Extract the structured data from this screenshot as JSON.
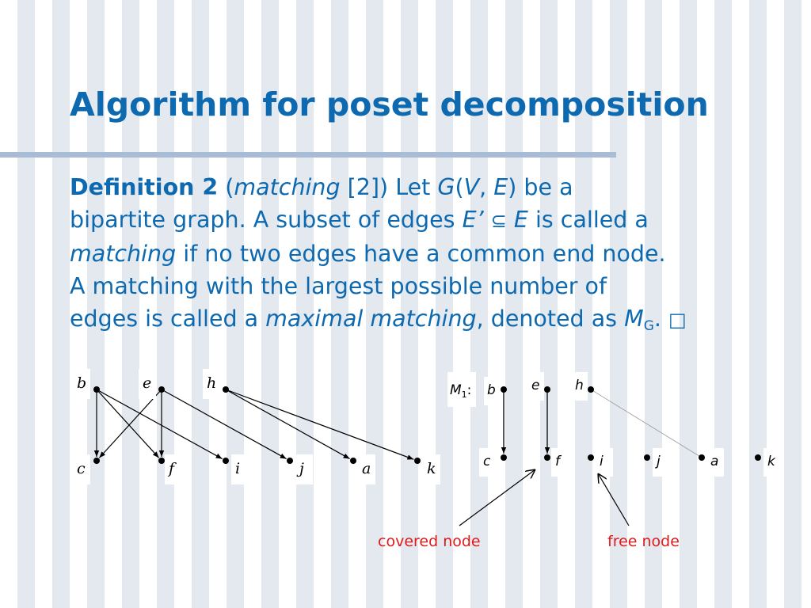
{
  "slide": {
    "title": "Algorithm for poset decomposition",
    "definition": {
      "lines": [
        [
          {
            "t": "Definition 2",
            "s": "b"
          },
          {
            "t": " ("
          },
          {
            "t": "matching",
            "s": "i"
          },
          {
            "t": " [2]) Let "
          },
          {
            "t": "G",
            "s": "i"
          },
          {
            "t": "("
          },
          {
            "t": "V",
            "s": "i"
          },
          {
            "t": ", "
          },
          {
            "t": "E",
            "s": "i"
          },
          {
            "t": ") be a"
          }
        ],
        [
          {
            "t": "bipartite graph. A subset of edges "
          },
          {
            "t": "E’",
            "s": "i"
          },
          {
            "t": " "
          },
          {
            "t": "⊆",
            "s": "sym"
          },
          {
            "t": " "
          },
          {
            "t": "E",
            "s": "i"
          },
          {
            "t": " is called a"
          }
        ],
        [
          {
            "t": "matching",
            "s": "i"
          },
          {
            "t": " if no two edges have a common end node."
          }
        ],
        [
          {
            "t": "A matching with the largest possible number of"
          }
        ],
        [
          {
            "t": "edges is called a "
          },
          {
            "t": "maximal matching",
            "s": "i"
          },
          {
            "t": ", denoted as "
          },
          {
            "t": "M",
            "s": "i"
          },
          {
            "t": "G",
            "s": "sub"
          },
          {
            "t": ". "
          },
          {
            "t": "□",
            "s": "sym"
          }
        ]
      ]
    }
  },
  "graph1": {
    "top_nodes": [
      "b",
      "e",
      "h"
    ],
    "bottom_nodes": [
      "c",
      "f",
      "i",
      "j",
      "a",
      "k"
    ],
    "edges": [
      [
        "b",
        "c"
      ],
      [
        "b",
        "f"
      ],
      [
        "b",
        "i"
      ],
      [
        "e",
        "c"
      ],
      [
        "e",
        "f"
      ],
      [
        "e",
        "j"
      ],
      [
        "h",
        "a"
      ],
      [
        "h",
        "k"
      ]
    ]
  },
  "graph2": {
    "label_M": "M",
    "label_sub": "1",
    "label_colon": ":",
    "top_nodes": [
      "b",
      "e",
      "h"
    ],
    "bottom_nodes": [
      "c",
      "f",
      "i",
      "j",
      "a",
      "k"
    ],
    "matched_edges": [
      [
        "b",
        "c"
      ],
      [
        "e",
        "f"
      ]
    ],
    "unmatched_edges": [
      [
        "h",
        "a"
      ]
    ]
  },
  "annotations": {
    "covered": "covered node",
    "free": "free node"
  },
  "colors": {
    "title": "#0d6ab0",
    "text": "#0d6ab0",
    "annotation": "#e01b1b",
    "rule": "#a9bcd6"
  }
}
